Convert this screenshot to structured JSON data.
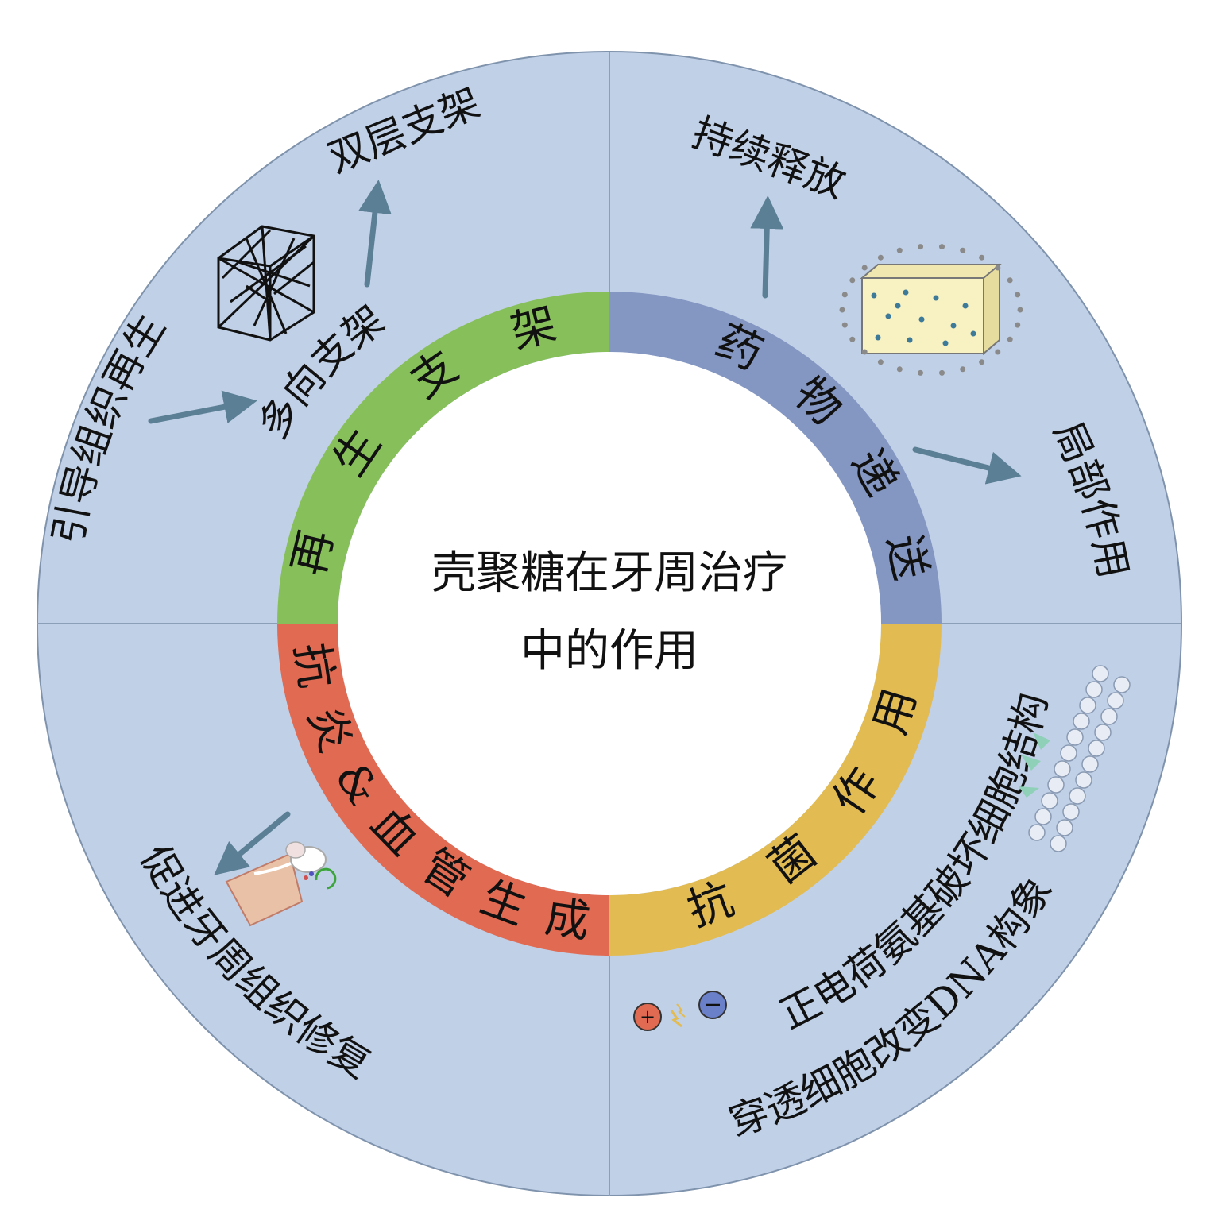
{
  "center": {
    "line1": "壳聚糖在牙周治疗",
    "line2": "中的作用"
  },
  "colors": {
    "outer": "#c0d0e7",
    "outer_stroke": "#7f93ad",
    "divider": "#8b9fb8",
    "green": "#87c05a",
    "blue": "#8496c2",
    "red": "#e06b52",
    "yellow": "#e2bb52",
    "arrow": "#5b7f94"
  },
  "ring": {
    "regen": {
      "c1": "再",
      "c2": "生",
      "c3": "支",
      "c4": "架"
    },
    "drug": {
      "c1": "药",
      "c2": "物",
      "c3": "递",
      "c4": "送"
    },
    "anti_inflam": {
      "c1": "抗",
      "c2": "炎",
      "c3": "&",
      "c4": "血",
      "c5": "管",
      "c6": "生",
      "c7": "成"
    },
    "antibac": {
      "c1": "抗",
      "c2": "菌",
      "c3": "作",
      "c4": "用"
    }
  },
  "outer": {
    "guided_regen": "引导组织再生",
    "multi_scaffold": "多向支架",
    "bilayer": "双层支架",
    "sustained": "持续释放",
    "local": "局部作用",
    "repair": "促进牙周组织修复",
    "positive_charge": "正电荷氨基破坏细胞结构",
    "dna": "穿透细胞改变DNA构象"
  },
  "icons": {
    "lattice": "lattice-cube-icon",
    "drug_block": "drug-block-icon",
    "tooth": "tooth-icon",
    "charges": "charge-interaction-icon",
    "membrane": "membrane-icon"
  }
}
